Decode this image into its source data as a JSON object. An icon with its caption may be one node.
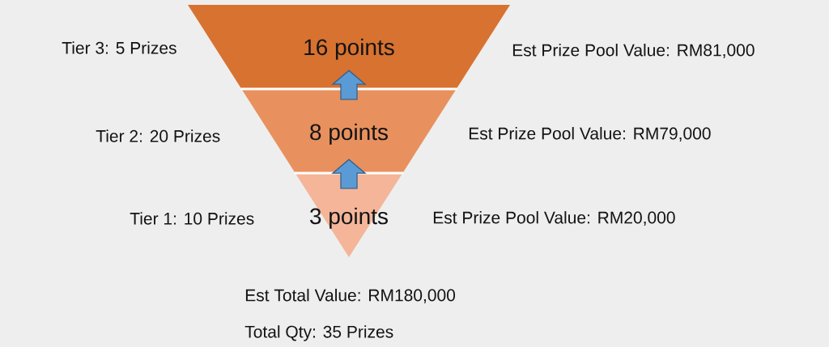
{
  "diagram": {
    "nodes": [
      {
        "text": [
          "16 points"
        ],
        "beside": [
          "Tier 3: 5 Prizes",
          "Est Prize Pool Value: RM81,000"
        ]
      },
      {
        "text": [
          "8 points"
        ],
        "beside": [
          "Tier 2: 20 Prizes",
          "Est Prize Pool Value: RM79,000"
        ]
      },
      {
        "text": [
          "3 points"
        ],
        "beside": [
          "Tier 1: 10 Prizes",
          "Est Prize Pool Value: RM20,000"
        ]
      }
    ],
    "edges": [
      {
        "from": 1,
        "to": 0,
        "arrow": "to"
      },
      {
        "from": 2,
        "to": 1,
        "arrow": "to"
      }
    ],
    "labels": [
      "Est Total Value: RM180,000",
      "Total Qty: 35 Prizes"
    ]
  }
}
